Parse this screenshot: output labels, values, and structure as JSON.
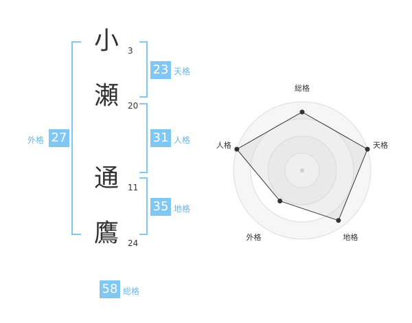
{
  "name_chars": [
    {
      "char": "小",
      "strokes": "3"
    },
    {
      "char": "瀬",
      "strokes": "20"
    },
    {
      "char": "通",
      "strokes": "11"
    },
    {
      "char": "鷹",
      "strokes": "24"
    }
  ],
  "fortunes": {
    "tenkaku": {
      "value": "23",
      "label": "天格"
    },
    "jinkaku": {
      "value": "31",
      "label": "人格"
    },
    "chikaku": {
      "value": "35",
      "label": "地格"
    },
    "gaikaku": {
      "value": "27",
      "label": "外格"
    },
    "soukaku": {
      "value": "58",
      "label": "総格"
    }
  },
  "colors": {
    "accent": "#80c8f3",
    "label": "#6ab6ea",
    "text": "#333333"
  },
  "chart_data": {
    "type": "radar",
    "axes": [
      "総格",
      "天格",
      "地格",
      "外格",
      "人格"
    ],
    "values": [
      0.85,
      1.0,
      0.9,
      0.55,
      1.0
    ],
    "max": 1.0,
    "rings": 4
  }
}
